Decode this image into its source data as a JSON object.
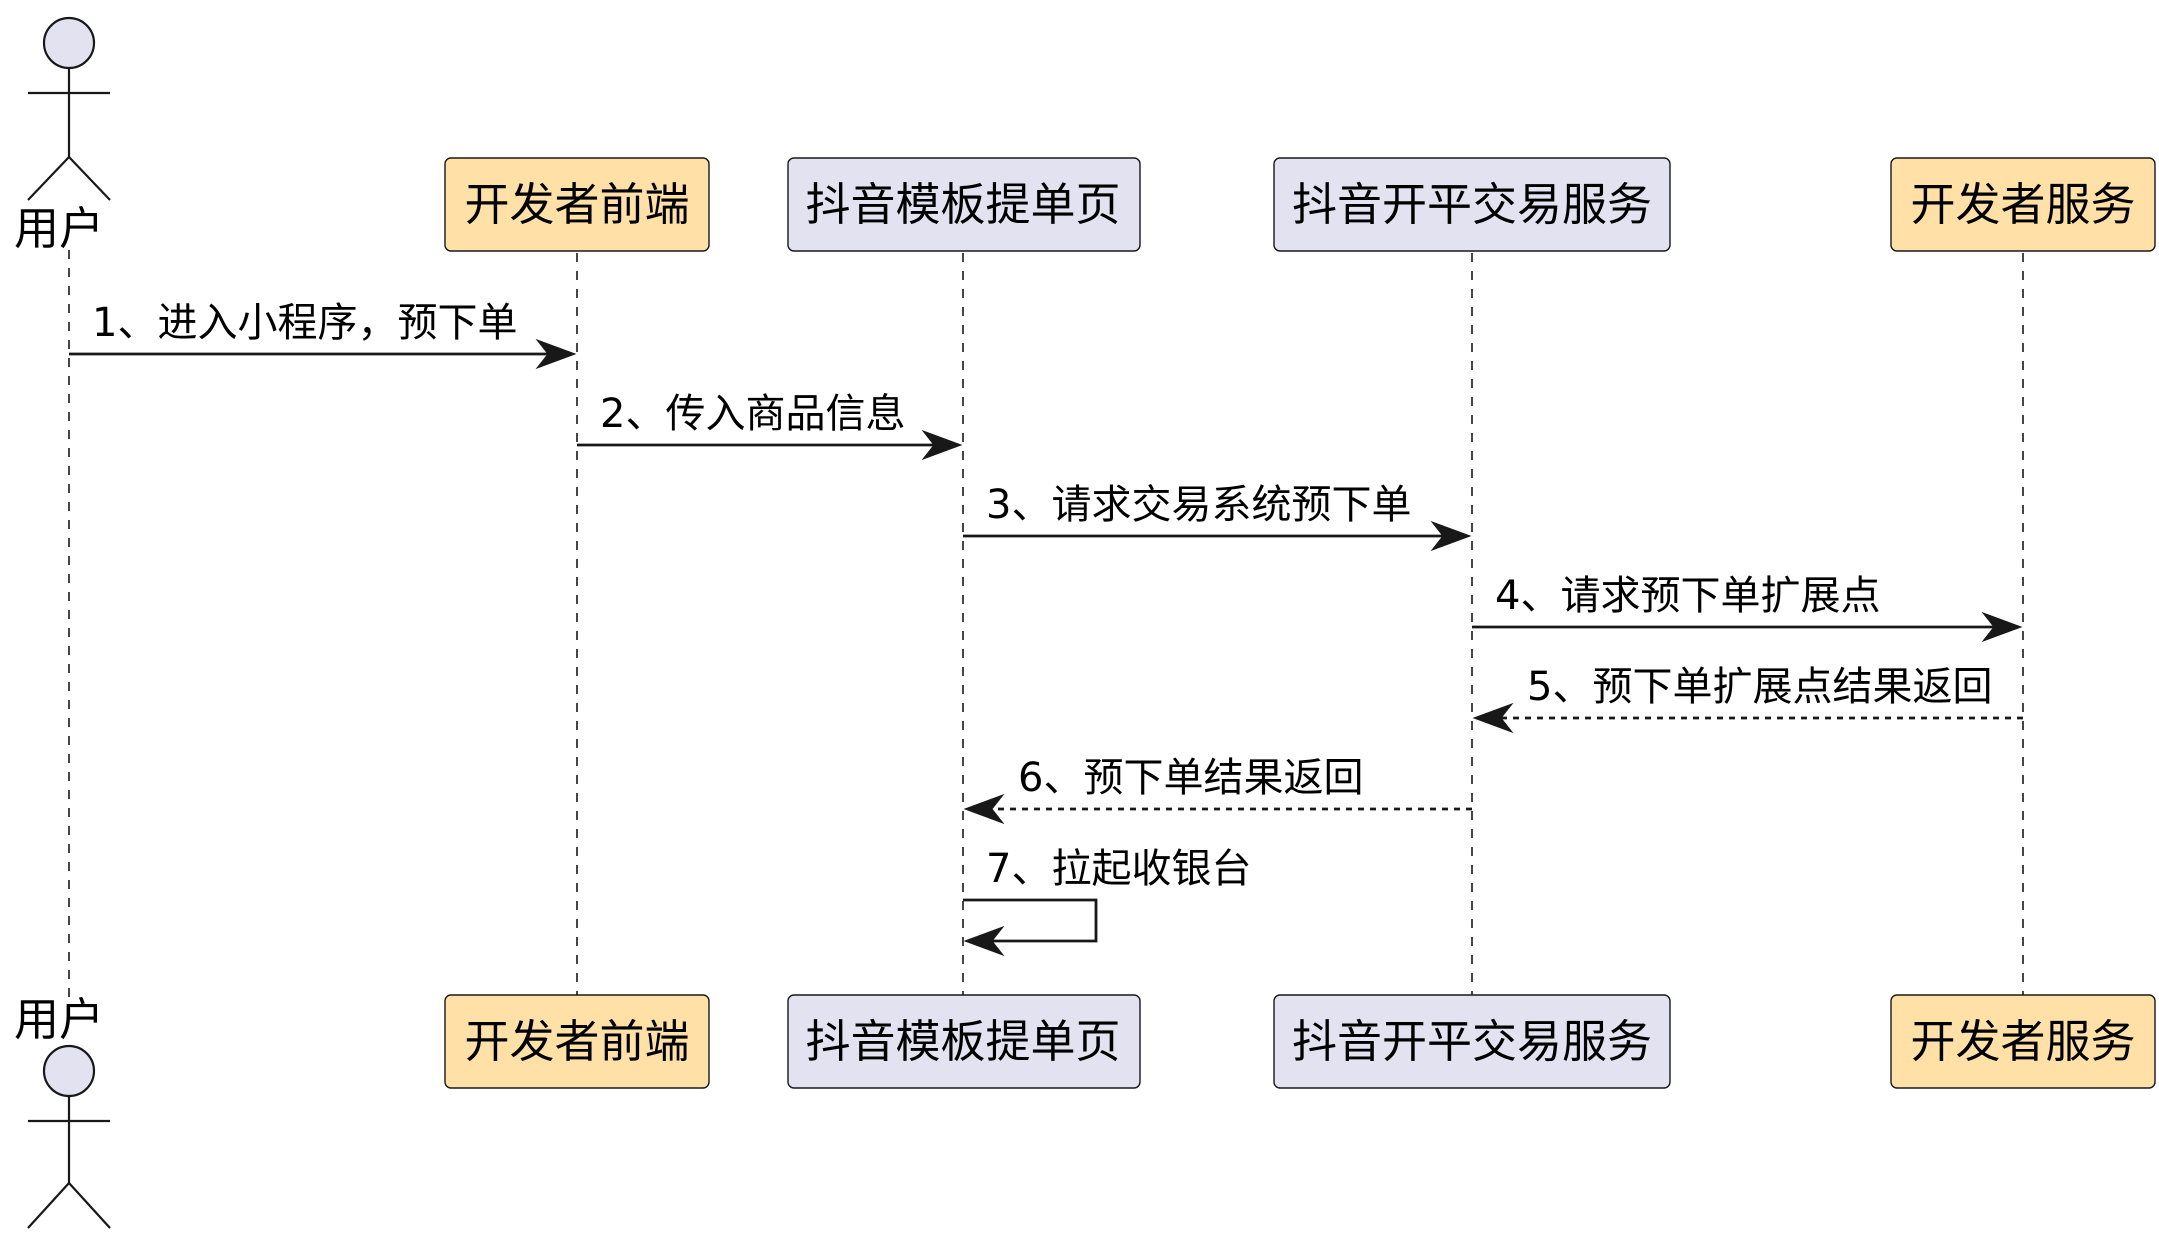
{
  "participants": [
    {
      "id": "user",
      "label": "用户",
      "kind": "actor",
      "color": "#E2E2F0"
    },
    {
      "id": "frontend",
      "label": "开发者前端",
      "kind": "participant",
      "color": "#FFE1A8"
    },
    {
      "id": "template",
      "label": "抖音模板提单页",
      "kind": "participant",
      "color": "#E2E2F0"
    },
    {
      "id": "trade",
      "label": "抖音开平交易服务",
      "kind": "participant",
      "color": "#E2E2F0"
    },
    {
      "id": "devservice",
      "label": "开发者服务",
      "kind": "participant",
      "color": "#FFE1A8"
    }
  ],
  "messages": [
    {
      "from": "user",
      "to": "frontend",
      "label": "1、进入小程序，预下单",
      "style": "solid"
    },
    {
      "from": "frontend",
      "to": "template",
      "label": "2、传入商品信息",
      "style": "solid"
    },
    {
      "from": "template",
      "to": "trade",
      "label": "3、请求交易系统预下单",
      "style": "solid"
    },
    {
      "from": "trade",
      "to": "devservice",
      "label": "4、请求预下单扩展点",
      "style": "solid"
    },
    {
      "from": "devservice",
      "to": "trade",
      "label": "5、预下单扩展点结果返回",
      "style": "dashed"
    },
    {
      "from": "trade",
      "to": "template",
      "label": "6、预下单结果返回",
      "style": "dashed"
    },
    {
      "from": "template",
      "to": "template",
      "label": "7、拉起收银台",
      "style": "solid"
    }
  ]
}
